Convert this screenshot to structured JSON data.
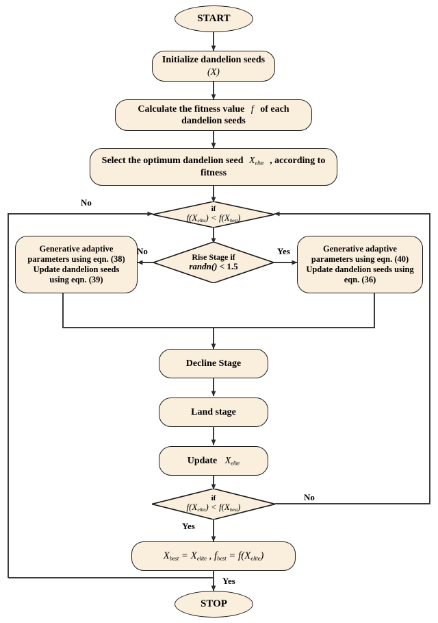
{
  "diagram": {
    "title": "Dandelion Optimizer Algorithm Flowchart",
    "colors": {
      "node_fill": "#faeedd",
      "node_stroke": "#1a1a1a",
      "connector": "#3a3a3a",
      "text": "#000000",
      "background": "#ffffff"
    }
  },
  "nodes": {
    "start": {
      "label": "START",
      "shape": "terminator"
    },
    "init": {
      "line1": "Initialize dandelion seeds",
      "line2": "(X)",
      "shape": "process"
    },
    "fitness": {
      "line1_a": "Calculate the fitness value",
      "line1_math": "f",
      "line1_b": "of each",
      "line2": "dandelion seeds",
      "shape": "process"
    },
    "select": {
      "line1_a": "Select the optimum dandelion seed",
      "line1_math": "X",
      "line1_sub": "elite",
      "line1_b": ", according to",
      "line2": "fitness",
      "shape": "process"
    },
    "decision_top": {
      "line1": "if",
      "math": "f(X",
      "math_sub1": "elite",
      "math_mid": ") < f(X",
      "math_sub2": "best",
      "math_end": ")",
      "shape": "decision"
    },
    "rise_decision": {
      "line1": "Rise Stage if",
      "line2_math": "randn()",
      "line2_rest": " < 1.5",
      "shape": "decision"
    },
    "left_box": {
      "line1": "Generative adaptive",
      "line2": "parameters using eqn. (38)",
      "line3": "Update dandelion seeds",
      "line4": "using eqn. (39)",
      "shape": "process"
    },
    "right_box": {
      "line1": "Generative adaptive",
      "line2": "parameters using eqn. (40)",
      "line3": "Update dandelion seeds using",
      "line4": "eqn. (36)",
      "shape": "process"
    },
    "decline": {
      "label": "Decline Stage",
      "shape": "process"
    },
    "land": {
      "label": "Land stage",
      "shape": "process"
    },
    "update": {
      "label_a": "Update",
      "label_math": "X",
      "label_sub": "elite",
      "shape": "process"
    },
    "decision_bottom": {
      "line1": "if",
      "math": "f(X",
      "math_sub1": "elite",
      "math_mid": ") < f(X",
      "math_sub2": "best",
      "math_end": ")",
      "shape": "decision"
    },
    "assign": {
      "m1": "X",
      "m1_sub": "best",
      "m2": " = X",
      "m2_sub": "elite",
      "m3": " , f",
      "m3_sub": "best",
      "m4": " = f(X",
      "m4_sub": "elite",
      "m5": ")",
      "shape": "process"
    },
    "stop": {
      "label": "STOP",
      "shape": "terminator"
    }
  },
  "edge_labels": {
    "top_no": "No",
    "rise_no": "No",
    "rise_yes": "Yes",
    "bottom_no": "No",
    "bottom_yes": "Yes",
    "stop_yes": "Yes"
  }
}
